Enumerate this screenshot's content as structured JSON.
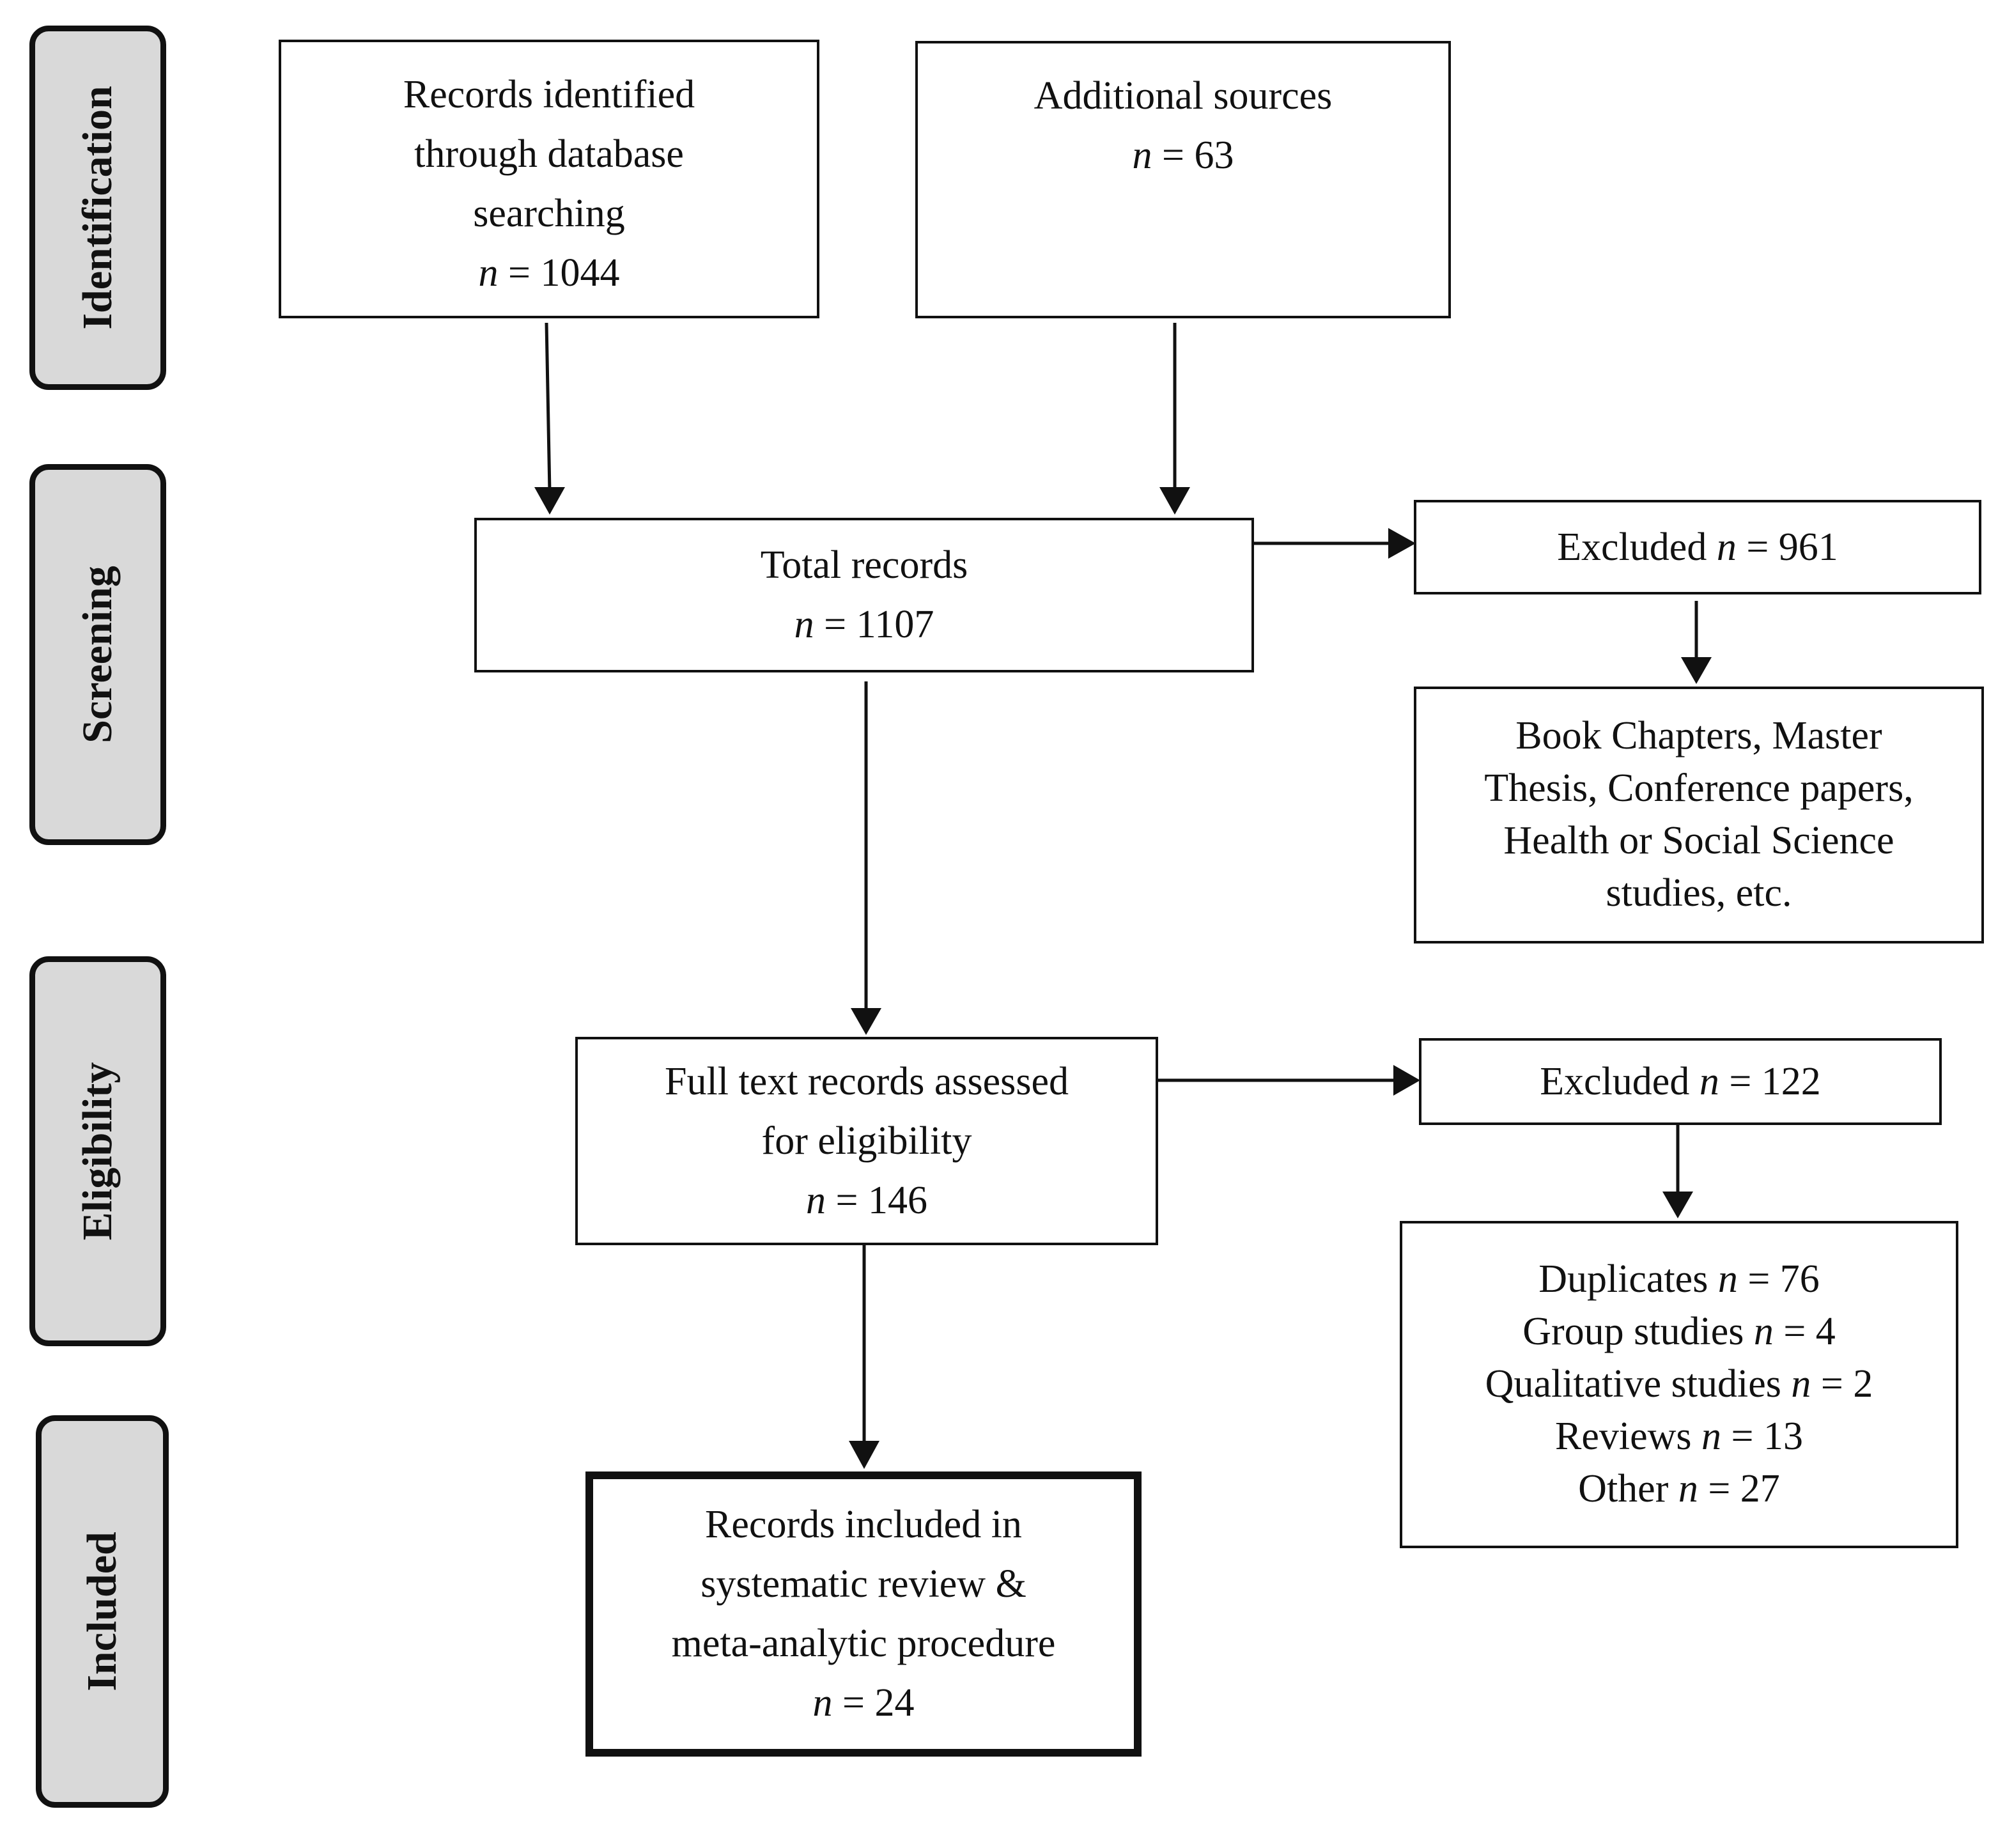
{
  "stages": {
    "identification": "Identification",
    "screening": "Screening",
    "eligibility": "Eligibility",
    "included": "Included"
  },
  "boxes": {
    "database": {
      "lines": [
        "Records identified",
        "through database",
        "searching"
      ],
      "n_label": "n",
      "n_value": "= 1044"
    },
    "additional": {
      "lines": [
        "Additional sources"
      ],
      "n_label": "n",
      "n_value": "= 63"
    },
    "total": {
      "lines": [
        "Total records"
      ],
      "n_label": "n",
      "n_value": "= 1107"
    },
    "excluded_screening": {
      "text": "Excluded",
      "n_label": "n",
      "n_value": "= 961"
    },
    "excluded_screening_detail": {
      "lines": [
        "Book Chapters, Master",
        "Thesis, Conference papers,",
        "Health or Social Science",
        "studies, etc."
      ]
    },
    "full_text": {
      "lines": [
        "Full text records assessed",
        "for eligibility"
      ],
      "n_label": "n",
      "n_value": "= 146"
    },
    "excluded_eligibility": {
      "text": "Excluded",
      "n_label": "n",
      "n_value": "= 122"
    },
    "excluded_eligibility_detail": {
      "items": [
        {
          "label": "Duplicates",
          "n_label": "n",
          "n_value": "= 76"
        },
        {
          "label": "Group studies",
          "n_label": "n",
          "n_value": "= 4"
        },
        {
          "label": "Qualitative studies",
          "n_label": "n",
          "n_value": "= 2"
        },
        {
          "label": "Reviews",
          "n_label": "n",
          "n_value": "= 13"
        },
        {
          "label": "Other",
          "n_label": "n",
          "n_value": "= 27"
        }
      ]
    },
    "included": {
      "lines": [
        "Records included in",
        "systematic review &",
        "meta-analytic procedure"
      ],
      "n_label": "n",
      "n_value": "= 24"
    }
  }
}
